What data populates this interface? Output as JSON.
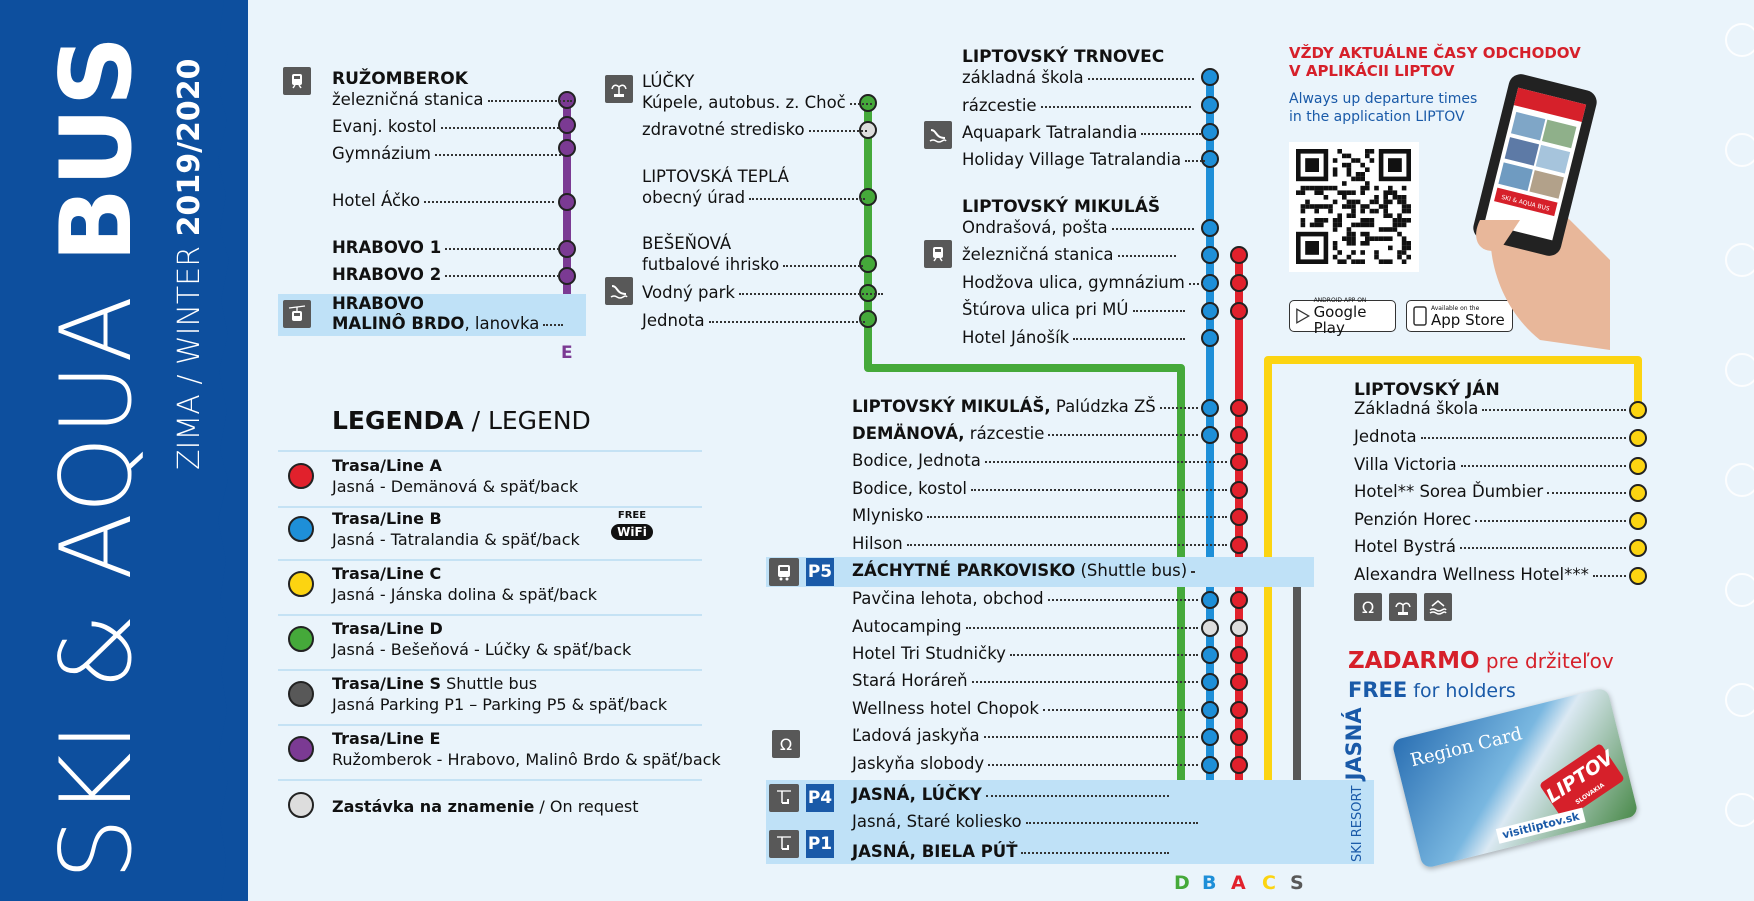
{
  "banner": {
    "title_light": "SKI & AQUA ",
    "title_bold": "BUS",
    "season_light": "ZIMA / WINTER ",
    "season_bold": "2019/2020"
  },
  "colors": {
    "A": "#e1212c",
    "B": "#1e8fd8",
    "C": "#fcd411",
    "D": "#45a93a",
    "S": "#585858",
    "E": "#7b3a93",
    "request": "#dddddd",
    "blue_dark": "#0d4f9e",
    "band": "#bfe1f7"
  },
  "line_e": {
    "letter": "E",
    "stops": [
      {
        "head": "RUŽOMBEROK",
        "label": "železničná stanica"
      },
      {
        "label": "Evanj. kostol"
      },
      {
        "label": "Gymnázium"
      },
      {
        "label": "Hotel Áčko"
      },
      {
        "label": "HRABOVO 1"
      },
      {
        "label": "HRABOVO 2"
      },
      {
        "label": "HRABOVO",
        "label2_bold": "MALINÔ BRDO",
        "label2_rest": ", lanovka"
      }
    ]
  },
  "line_d_top": {
    "stops": [
      {
        "head": "LÚČKY",
        "label": "Kúpele, autobus. z. Choč"
      },
      {
        "label": "zdravotné stredisko"
      },
      {
        "head": "LIPTOVSKÁ TEPLÁ",
        "label": "obecný úrad"
      },
      {
        "head": "BEŠEŇOVÁ",
        "label": "futbalové ihrisko"
      },
      {
        "label": "Vodný park"
      },
      {
        "label": "Jednota"
      }
    ]
  },
  "line_b_top": {
    "heads": [
      "LIPTOVSKÝ TRNOVEC",
      "LIPTOVSKÝ MIKULÁŠ"
    ],
    "stops": [
      "základná škola",
      "rázcestie",
      "Aquapark Tatralandia",
      "Holiday Village Tatralandia",
      "Ondrašová, pošta",
      "železničná stanica",
      "Hodžova ulica, gymnázium",
      "Štúrova ulica pri MÚ",
      "Hotel Jánošík"
    ]
  },
  "trunk": {
    "stops": [
      {
        "bold": "LIPTOVSKÝ MIKULÁŠ,",
        "rest": " Palúdzka ZŠ"
      },
      {
        "bold": "DEMÄNOVÁ,",
        "rest": " rázcestie"
      },
      {
        "bold": "",
        "rest": "Bodice, Jednota"
      },
      {
        "bold": "",
        "rest": "Bodice, kostol"
      },
      {
        "bold": "",
        "rest": "Mlynisko"
      },
      {
        "bold": "",
        "rest": "Hilson"
      },
      {
        "bold": "ZÁCHYTNÉ PARKOVISKO",
        "rest": " (Shuttle bus)"
      },
      {
        "bold": "",
        "rest": "Pavčina lehota, obchod"
      },
      {
        "bold": "",
        "rest": "Autocamping"
      },
      {
        "bold": "",
        "rest": "Hotel Tri Studničky"
      },
      {
        "bold": "",
        "rest": "Stará Horáreň"
      },
      {
        "bold": "",
        "rest": "Wellness hotel Chopok"
      },
      {
        "bold": "",
        "rest": "Ľadová jaskyňa"
      },
      {
        "bold": "",
        "rest": "Jaskyňa slobody"
      },
      {
        "bold": "JASNÁ, LÚČKY",
        "rest": ""
      },
      {
        "bold": "",
        "rest": "Jasná, Staré koliesko"
      },
      {
        "bold": "JASNÁ, BIELA PÚŤ",
        "rest": ""
      }
    ],
    "parking_badges": [
      "P5",
      "P4",
      "P1"
    ],
    "resort_small": "SKI RESORT",
    "resort_big": "JASNÁ",
    "letters": [
      "D",
      "B",
      "A",
      "C",
      "S"
    ]
  },
  "line_c": {
    "head": "LIPTOVSKÝ JÁN",
    "stops": [
      "Základná škola",
      "Jednota",
      "Villa Victoria",
      "Hotel** Sorea Ďumbier",
      "Penzión Horec",
      "Hotel Bystrá",
      "Alexandra Wellness Hotel***"
    ]
  },
  "legend": {
    "title_bold": "LEGENDA",
    "title_rest": " / LEGEND",
    "items": [
      {
        "key": "A",
        "line": "Trasa/Line A",
        "extra": "",
        "desc": "Jasná - Demänová & späť/back"
      },
      {
        "key": "B",
        "line": "Trasa/Line B",
        "extra": "",
        "desc": "Jasná - Tatralandia & späť/back"
      },
      {
        "key": "C",
        "line": "Trasa/Line C",
        "extra": "",
        "desc": "Jasná - Jánska dolina & späť/back"
      },
      {
        "key": "D",
        "line": "Trasa/Line D",
        "extra": "",
        "desc": "Jasná - Bešeňová - Lúčky & späť/back"
      },
      {
        "key": "S",
        "line": "Trasa/Line S",
        "extra": " Shuttle bus",
        "desc": "Jasná Parking P1 – Parking P5 & späť/back"
      },
      {
        "key": "E",
        "line": "Trasa/Line E",
        "extra": "",
        "desc": "Ružomberok - Hrabovo, Malinô Brdo & späť/back"
      }
    ],
    "request_bold": "Zastávka na znamenie",
    "request_rest": " / On request",
    "wifi_top": "FREE",
    "wifi_word": "WiFi"
  },
  "app": {
    "headline_line1": "VŽDY AKTUÁLNE ČASY ODCHODOV",
    "headline_line2": "V APLIKÁCII LIPTOV",
    "sub_line1": "Always up departure times",
    "sub_line2": "in the application LIPTOV",
    "google_small": "ANDROID APP ON",
    "google_big": "Google Play",
    "apple_small": "Available on the",
    "apple_big": "App Store",
    "phone_label": "SKI & AQUA BUS"
  },
  "promo": {
    "red_bold": "ZADARMO",
    "red_rest": " pre držiteľov",
    "blue_bold": "FREE",
    "blue_rest": " for holders",
    "card_title": "Region Card",
    "card_brand": "LIPTOV",
    "card_brand_sub": "SLOVAKIA",
    "card_url": "visitliptov.sk"
  }
}
